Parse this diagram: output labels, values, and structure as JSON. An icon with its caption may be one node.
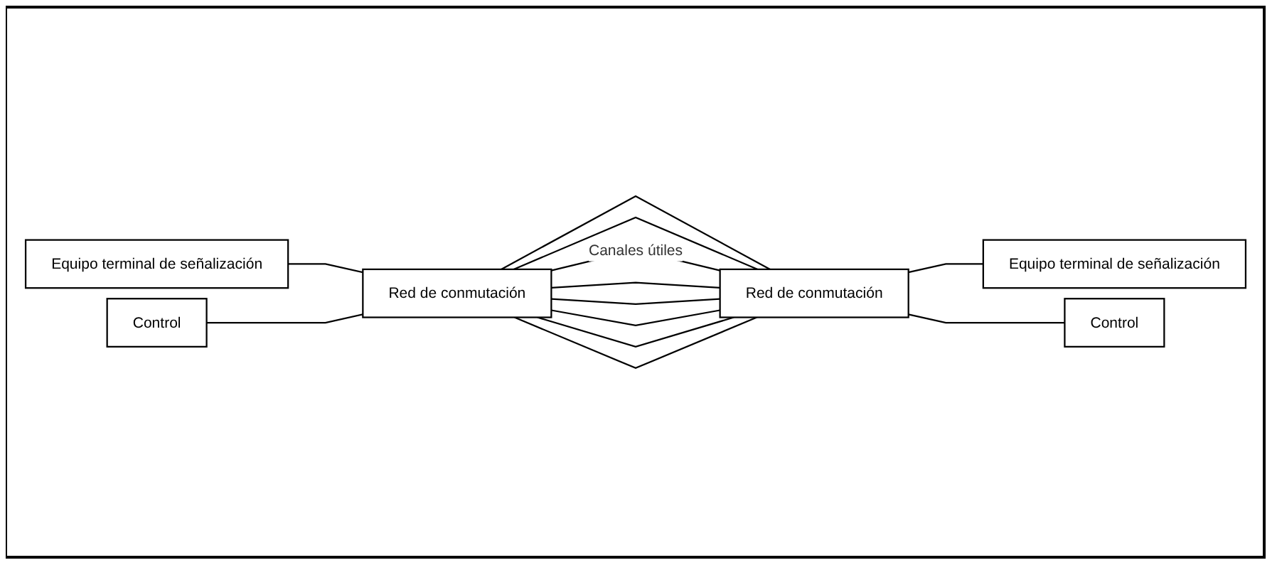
{
  "diagram": {
    "nodes": [
      {
        "text": [
          "Equipo terminal de señalización"
        ]
      },
      {
        "text": [
          "Control"
        ]
      },
      {
        "text": [
          "Red de conmutación"
        ]
      },
      {
        "text": [
          "Red de conmutación"
        ]
      },
      {
        "text": [
          "Equipo terminal de señalización"
        ]
      },
      {
        "text": [
          "Control"
        ]
      }
    ],
    "edges": [
      {
        "from": 0,
        "to": 2,
        "arrow": "none"
      },
      {
        "from": 1,
        "to": 2,
        "arrow": "none"
      },
      {
        "from": 2,
        "to": 3,
        "arrow": "none"
      },
      {
        "from": 2,
        "to": 3,
        "arrow": "none"
      },
      {
        "from": 2,
        "to": 3,
        "arrow": "none",
        "label": "Canales útiles"
      },
      {
        "from": 2,
        "to": 3,
        "arrow": "none"
      },
      {
        "from": 2,
        "to": 3,
        "arrow": "none"
      },
      {
        "from": 2,
        "to": 3,
        "arrow": "none"
      },
      {
        "from": 2,
        "to": 3,
        "arrow": "none"
      },
      {
        "from": 2,
        "to": 3,
        "arrow": "none"
      },
      {
        "from": 3,
        "to": 4,
        "arrow": "none"
      },
      {
        "from": 3,
        "to": 5,
        "arrow": "none"
      }
    ]
  }
}
